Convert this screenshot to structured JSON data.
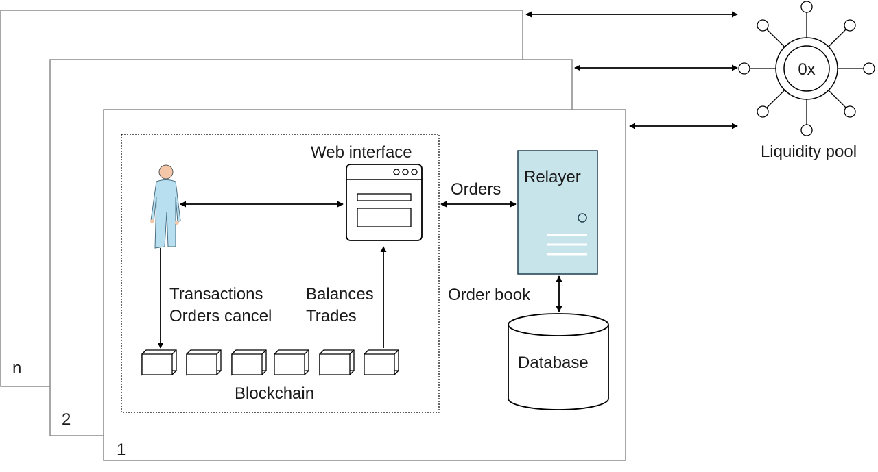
{
  "frames": {
    "layer_n": "n",
    "layer_2": "2",
    "layer_1": "1"
  },
  "labels": {
    "web_interface": "Web interface",
    "orders": "Orders",
    "relayer": "Relayer",
    "transactions": "Transactions",
    "orders_cancel": "Orders cancel",
    "balances": "Balances",
    "trades": "Trades",
    "order_book": "Order book",
    "database": "Database",
    "blockchain": "Blockchain",
    "liquidity_pool": "Liquidity pool",
    "hub": "0x"
  },
  "colors": {
    "relayer_fill": "#c6e4ea",
    "relayer_stroke": "#1f3e4e",
    "user_fill": "#b7dff0",
    "frame_stroke": "#8a8a8a"
  },
  "icons": {
    "user": "user-icon",
    "web": "browser-window-icon",
    "server": "server-icon",
    "database": "database-cylinder-icon",
    "hub": "network-hub-icon"
  }
}
